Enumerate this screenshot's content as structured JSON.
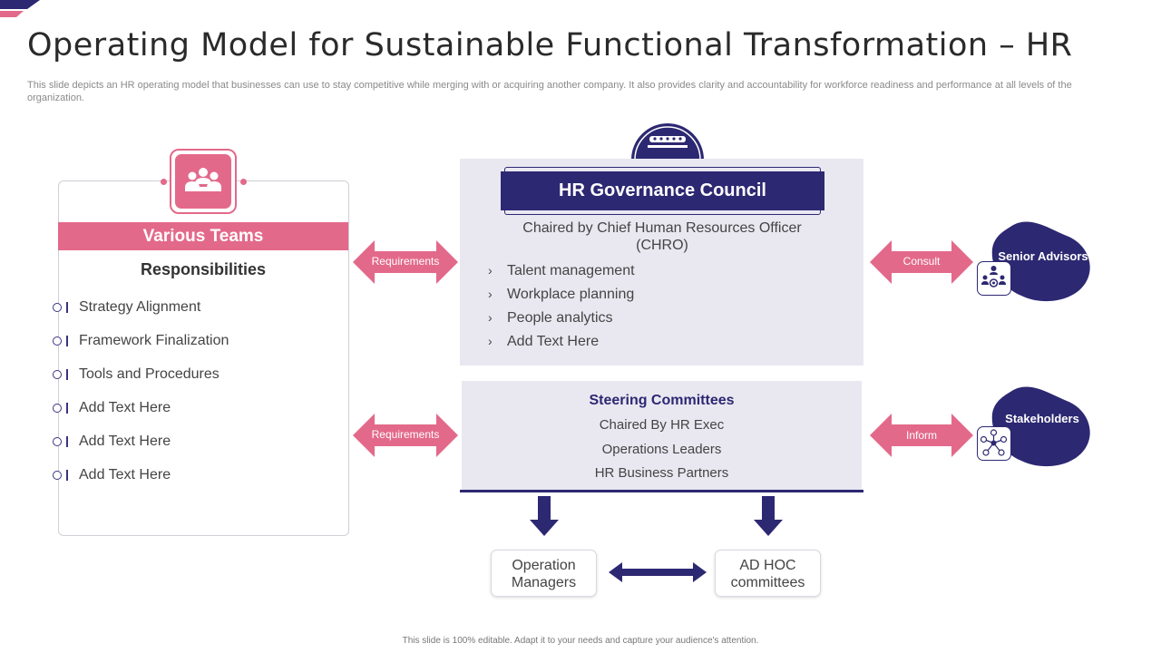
{
  "title": "Operating Model for Sustainable Functional Transformation – HR",
  "subtitle": "This slide depicts an HR operating model that businesses can use to stay competitive while merging with or acquiring another company. It also provides clarity and accountability for workforce readiness and performance at all levels of the organization.",
  "teams": {
    "heading": "Various Teams",
    "subheading": "Responsibilities",
    "items": [
      "Strategy Alignment",
      "Framework Finalization",
      "Tools and Procedures",
      "Add Text Here",
      "Add Text Here",
      "Add Text Here"
    ]
  },
  "arrows": {
    "requirements_top": "Requirements",
    "requirements_bottom": "Requirements",
    "consult": "Consult",
    "inform": "Inform"
  },
  "governance": {
    "title": "HR Governance Council",
    "chaired": "Chaired by Chief Human Resources Officer (CHRO)",
    "items": [
      "Talent management",
      "Workplace planning",
      "People analytics",
      "Add Text Here"
    ]
  },
  "steering": {
    "title": "Steering Committees",
    "lines": [
      "Chaired By HR Exec",
      "Operations Leaders",
      "HR Business Partners"
    ]
  },
  "bottom": {
    "left": "Operation Managers",
    "right": "AD HOC committees"
  },
  "right": {
    "senior": "Senior Advisors",
    "stakeholders": "Stakeholders"
  },
  "footer": "This slide is 100% editable. Adapt it to your needs and capture your audience's attention.",
  "colors": {
    "navy": "#2d2872",
    "pink": "#e3698a",
    "panel": "#e9e8f1"
  }
}
